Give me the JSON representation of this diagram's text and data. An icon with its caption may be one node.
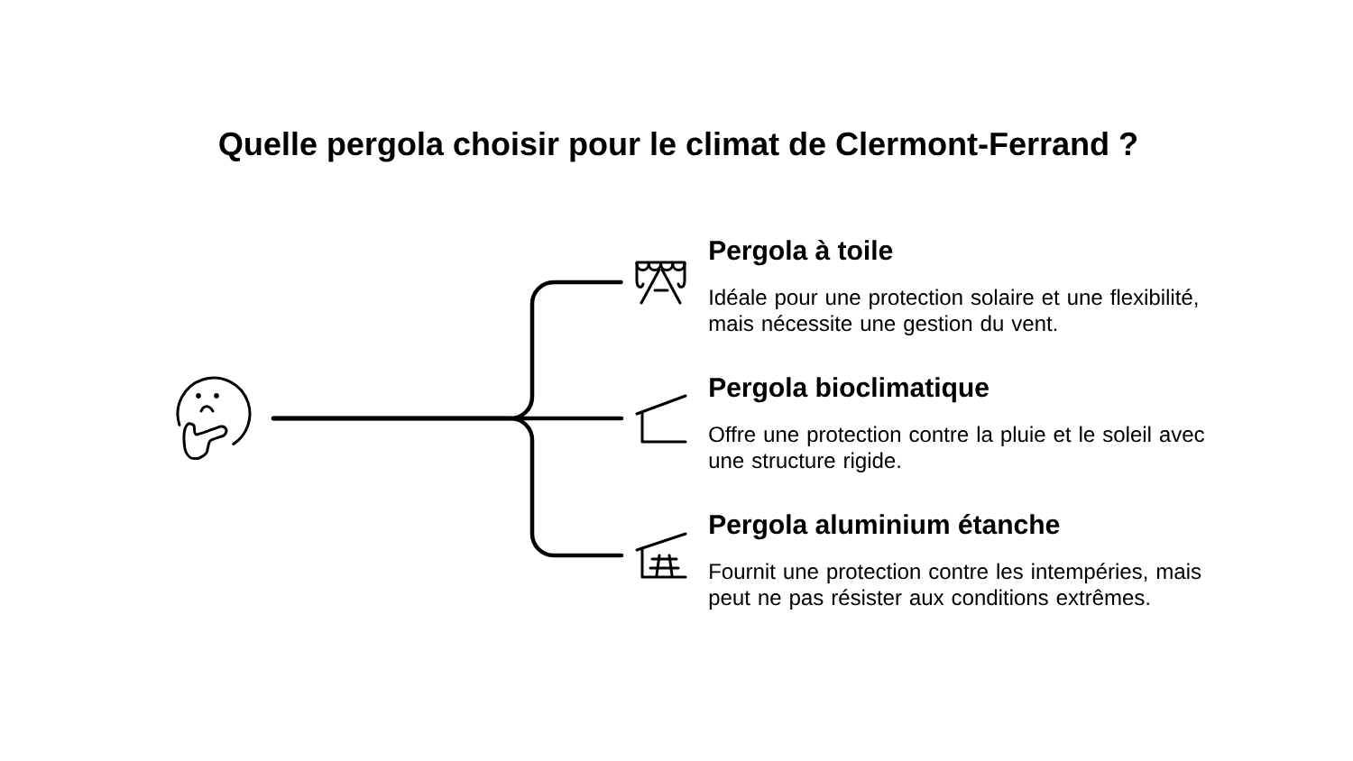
{
  "diagram": {
    "title": "Quelle pergola choisir pour le climat de Clermont-Ferrand ?",
    "nodes": [
      {
        "text": [],
        "shape": "picture"
      },
      {
        "text": [],
        "shape": "picture",
        "beside": [
          "Pergola à toile",
          "Idéale pour une protection solaire et une flexibilité, mais nécessite une gestion du vent."
        ]
      },
      {
        "text": [],
        "shape": "picture",
        "beside": [
          "Pergola bioclimatique",
          "Offre une protection contre la pluie et le soleil avec une structure rigide."
        ]
      },
      {
        "text": [],
        "shape": "picture",
        "beside": [
          "Pergola aluminium étanche",
          "Fournit une protection contre les intempéries, mais peut ne pas résister aux conditions extrêmes."
        ]
      }
    ],
    "edges": [
      {
        "from": 0,
        "to": 1,
        "arrow": "none"
      },
      {
        "from": 0,
        "to": 2,
        "arrow": "none"
      },
      {
        "from": 0,
        "to": 3,
        "arrow": "none"
      }
    ]
  }
}
